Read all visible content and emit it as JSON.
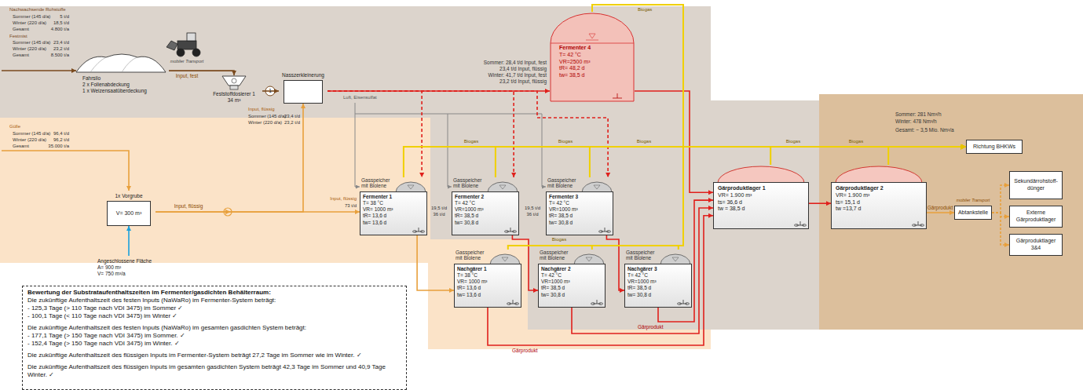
{
  "diagram": {
    "nodes": [
      {
        "text": [
          "Fahrsilo",
          "2 x Folienabdeckung",
          "1 x Weizensaatüberdeckung"
        ]
      },
      {
        "text": [
          "Feststoffdosierer 1",
          "34 m³"
        ]
      },
      {
        "text": [
          "Nasszerkleinerung"
        ]
      },
      {
        "text": [
          "Fermenter 4",
          "T= 42 °C",
          "VR=2500 m³",
          "tR= 48,2 d",
          "tw= 38,5 d"
        ]
      },
      {
        "text": [
          "1x Vorgrube",
          "V= 300 m³"
        ]
      },
      {
        "text": [
          "Angeschlossene Fläche",
          "A= 900 m²",
          "V= 750 m³/a"
        ]
      },
      {
        "text": [
          "Gasspeicher mit Biolene",
          "Fermenter 1",
          "T= 38 °C",
          "VR= 1000 m³",
          "tR= 13,6 d",
          "tw= 13,6 d"
        ]
      },
      {
        "text": [
          "Gasspeicher mit Biolene",
          "Fermenter 2",
          "T= 42 °C",
          "VR=1000 m³",
          "tR= 38,5 d",
          "tw= 30,8 d"
        ]
      },
      {
        "text": [
          "Gasspeicher mit Biolene",
          "Fermenter 3",
          "T= 42 °C",
          "VR=1000 m³",
          "tR= 38,5 d",
          "tw= 30,8 d"
        ]
      },
      {
        "text": [
          "Gasspeicher mit Biolene",
          "Nachgärer 1",
          "T= 38 °C",
          "VR= 1000 m³",
          "tR= 13,6 d",
          "tw= 13,6 d"
        ]
      },
      {
        "text": [
          "Gasspeicher mit Biolene",
          "Nachgärer 2",
          "T= 42 °C",
          "VR=1000 m³",
          "tR= 38,5 d",
          "tw= 30,8 d"
        ]
      },
      {
        "text": [
          "Gasspeicher mit Biolene",
          "Nachgärer 3",
          "T= 42 °C",
          "VR=1000 m³",
          "tR= 38,5 d",
          "tw= 30,8 d"
        ]
      },
      {
        "text": [
          "Gärproduktlager 1",
          "VR= 1.900 m³",
          "ts= 36,6 d",
          "tw = 38,5 d"
        ]
      },
      {
        "text": [
          "Gärproduktlager 2",
          "VR= 1.900 m³",
          "ts= 15,1 d",
          "tw =13,7 d"
        ]
      },
      {
        "text": [
          "Richtung BHKWs"
        ]
      },
      {
        "text": [
          "Abtankstelle"
        ]
      },
      {
        "text": [
          "Sekundärrohstoff-dünger"
        ]
      },
      {
        "text": [
          "Externe Gärproduktlager"
        ]
      },
      {
        "text": [
          "Gärproduktlager 3&4"
        ]
      },
      {
        "text": [
          "Bewertung der Substrataufenthaltszeiten im Fermenter/gasdichten Behälterraum:",
          "Die zukünftige Aufenthaltszeit des festen Inputs (NaWaRo) im Fermenter-System beträgt:",
          "- 125,3 Tage (> 110 Tage nach VDI 3475) im Sommer ✓",
          "- 100,1 Tage (< 110 Tage nach VDI 3475) im Winter ✓",
          "Die zukünftige Aufenthaltszeit des festen Inputs (NaWaRo) im gesamten gasdichten System beträgt:",
          "- 177,1 Tage (> 150 Tage nach VDI 3475) im Sommer. ✓",
          "- 152,4 Tage (> 150 Tage nach VDI 3475) im Winter. ✓",
          "Die zukünftige Aufenthaltszeit des flüssigen Inputs im Fermenter-System beträgt 27,2 Tage im Sommer wie im Winter. ✓",
          "Die zukünftige Aufenthaltszeit des flüssigen Inputs im gesamten gasdichten System beträgt 42,3 Tage im Sommer und 40,9 Tage Winter. ✓"
        ]
      }
    ],
    "edges": [
      {
        "from": 0,
        "to": 1,
        "arrow": "to",
        "label": "Input, fest"
      },
      {
        "from": 1,
        "to": 2,
        "arrow": "to"
      },
      {
        "from": 2,
        "to": 6,
        "arrow": "to"
      },
      {
        "from": 2,
        "to": 7,
        "arrow": "to"
      },
      {
        "from": 2,
        "to": 8,
        "arrow": "to"
      },
      {
        "from": 2,
        "to": 3,
        "arrow": "to"
      },
      {
        "from": 4,
        "to": 6,
        "arrow": "to",
        "label": "Input, flüssig"
      },
      {
        "from": 4,
        "to": 2,
        "arrow": "to"
      },
      {
        "from": 5,
        "to": 4,
        "arrow": "to"
      },
      {
        "from": 6,
        "to": 9,
        "arrow": "to"
      },
      {
        "from": 7,
        "to": 10,
        "arrow": "to"
      },
      {
        "from": 8,
        "to": 11,
        "arrow": "to"
      },
      {
        "from": 9,
        "to": 12,
        "arrow": "to",
        "label": "Gärprodukt"
      },
      {
        "from": 10,
        "to": 12,
        "arrow": "to"
      },
      {
        "from": 11,
        "to": 12,
        "arrow": "to",
        "label": "Gärprodukt"
      },
      {
        "from": 3,
        "to": 12,
        "arrow": "to"
      },
      {
        "from": 12,
        "to": 13,
        "arrow": "to"
      },
      {
        "from": 13,
        "to": 15,
        "arrow": "to",
        "label": "Gärprodukt"
      },
      {
        "from": 15,
        "to": 16,
        "arrow": "to"
      },
      {
        "from": 15,
        "to": 17,
        "arrow": "to"
      },
      {
        "from": 15,
        "to": 18,
        "arrow": "to"
      },
      {
        "from": 6,
        "to": 14,
        "arrow": "to"
      },
      {
        "from": 7,
        "to": 14,
        "arrow": "to"
      },
      {
        "from": 8,
        "to": 14,
        "arrow": "to"
      },
      {
        "from": 9,
        "to": 14,
        "arrow": "to"
      },
      {
        "from": 10,
        "to": 14,
        "arrow": "to"
      },
      {
        "from": 11,
        "to": 14,
        "arrow": "to"
      },
      {
        "from": 3,
        "to": 14,
        "arrow": "to"
      },
      {
        "from": 12,
        "to": 14,
        "arrow": "to"
      },
      {
        "from": 13,
        "to": 14,
        "arrow": "to"
      }
    ],
    "labels": [
      "Nachwachsende Rohstoffe",
      "Sommer (145 d/a)",
      "5 t/d",
      "Winter (220 d/a)",
      "18,5 t/d",
      "Gesamt",
      "4.800 t/a",
      "Festmist",
      "Sommer (145 d/a)",
      "23,4 t/d",
      "Winter (220 d/a)",
      "23,2 t/d",
      "Gesamt",
      "8.500 t/a",
      "mobiler Transport",
      "Gülle",
      "Sommer (145 d/a)",
      "96,4 t/d",
      "Winter (220 d/a)",
      "96,2 t/d",
      "Gesamt",
      "35.000 t/a",
      "Input, flüssig",
      "Sommer (145 d/a)",
      "23,4 t/d",
      "Winter (220 d/a)",
      "23,2 t/d",
      "Input, flüssig",
      "73 t/d",
      "Sommer: 28,4 t/d Input, fest",
      "23,4 t/d Input, flüssig",
      "Winter: 41,7 t/d Input, fest",
      "23,2 t/d Input, flüssig",
      "Luft, Eisensulfat",
      "1",
      "19,5 t/d",
      "36 t/d",
      "19,5 t/d",
      "36 t/d",
      "Biogas",
      "Biogas",
      "Biogas",
      "Biogas",
      "Biogas",
      "Biogas",
      "Biogas",
      "Sommer: 281 Nm³/h",
      "Winter: 478 Nm³/h",
      "Gesamt: ~ 3,5 Mio. Nm³/a",
      "mobiler Transport"
    ]
  }
}
